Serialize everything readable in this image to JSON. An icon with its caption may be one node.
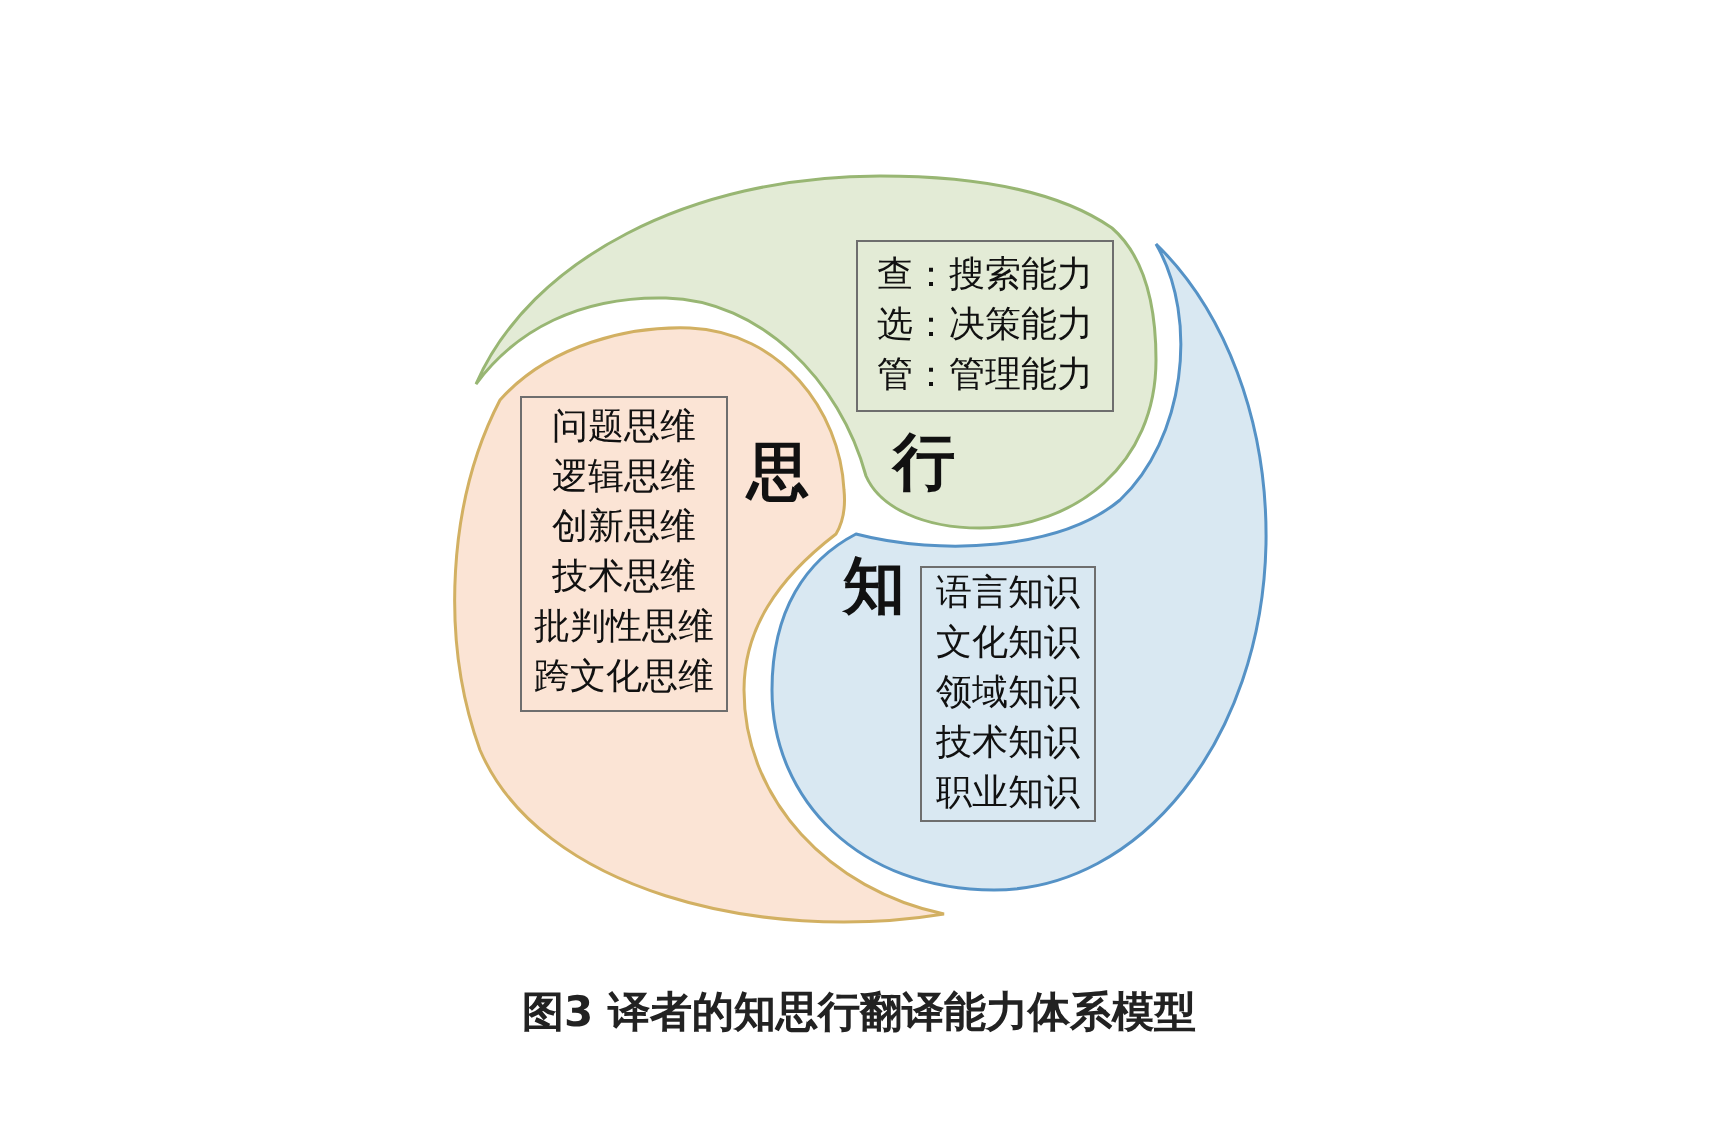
{
  "diagram": {
    "caption": "图3 译者的知思行翻译能力体系模型",
    "nodes": [
      {
        "text": [
          "行"
        ]
      },
      {
        "text": [
          "查：搜索能力",
          "选：决策能力",
          "管：管理能力"
        ],
        "in": 0
      },
      {
        "text": [
          "知"
        ]
      },
      {
        "text": [
          "语言知识",
          "文化知识",
          "领域知识",
          "技术知识",
          "职业知识"
        ],
        "in": 2
      },
      {
        "text": [
          "思"
        ]
      },
      {
        "text": [
          "问题思维",
          "逻辑思维",
          "创新思维",
          "技术思维",
          "批判性思维",
          "跨文化思维"
        ],
        "in": 4
      }
    ]
  }
}
